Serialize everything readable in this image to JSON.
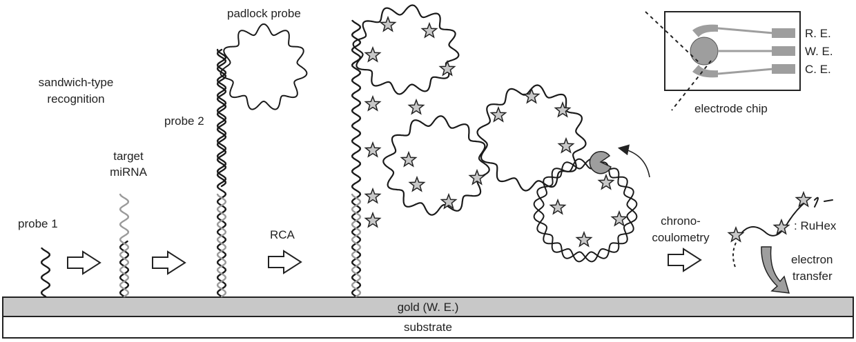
{
  "labels": {
    "padlock_probe": "padlock probe",
    "sandwich_line1": "sandwich-type",
    "sandwich_line2": "recognition",
    "probe2": "probe 2",
    "target_line1": "target",
    "target_line2": "miRNA",
    "probe1": "probe 1",
    "rca": "RCA",
    "chrono_line1": "chrono-",
    "chrono_line2": "coulometry",
    "ruhex": ": RuHex",
    "electron_line1": "electron",
    "electron_line2": "transfer",
    "gold": "gold (W. E.)",
    "substrate": "substrate"
  },
  "chip": {
    "caption": "electrode chip",
    "electrodes": [
      "R. E.",
      "W. E.",
      "C. E."
    ]
  },
  "colors": {
    "black_strand": "#1a1a1a",
    "gray_strand": "#9a9a9a",
    "star_fill": "#c8c8c8",
    "gold_fill": "#c8c8c8",
    "electrode_fill": "#9e9e9e"
  },
  "icons": [
    "right-arrow-icon",
    "star-icon",
    "polymerase-icon",
    "curved-arrow-icon"
  ]
}
